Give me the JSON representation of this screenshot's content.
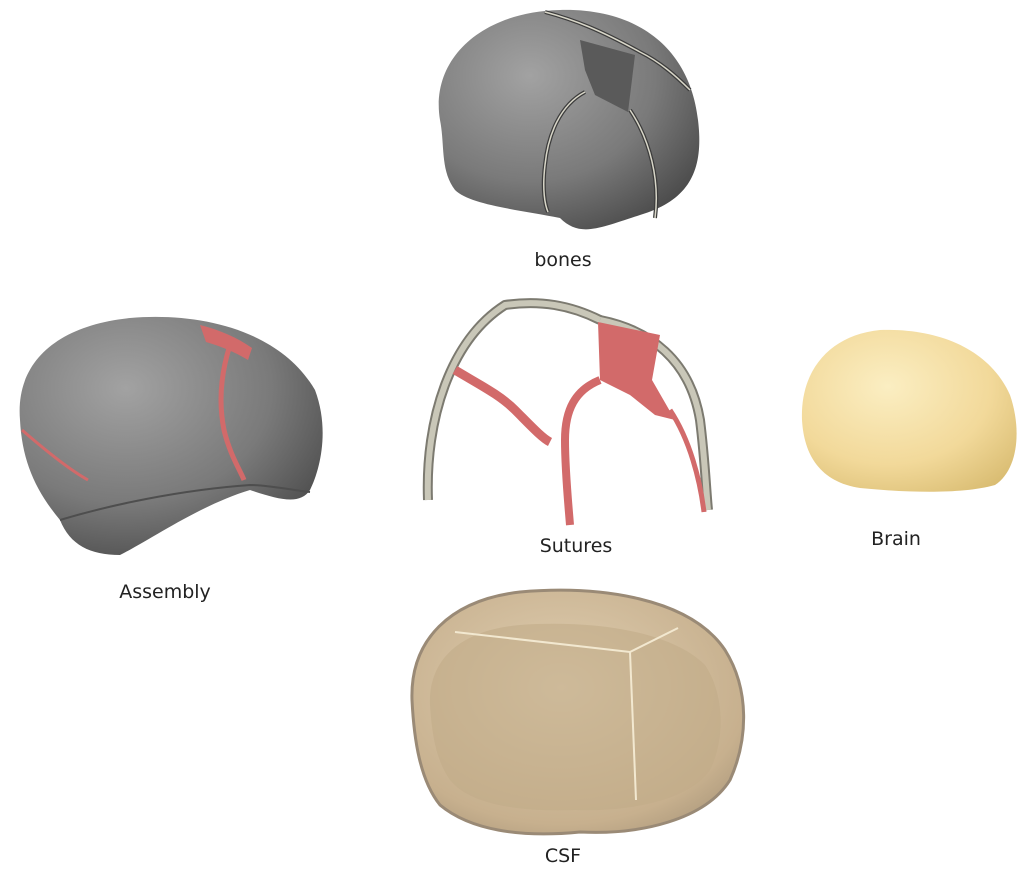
{
  "figure": {
    "panels": [
      {
        "id": "bones",
        "label": "bones"
      },
      {
        "id": "assembly",
        "label": "Assembly"
      },
      {
        "id": "sutures",
        "label": "Sutures"
      },
      {
        "id": "brain",
        "label": "Brain"
      },
      {
        "id": "csf",
        "label": "CSF"
      }
    ]
  },
  "colors": {
    "bone": "#6e6e6e",
    "bone_highlight": "#9a9a9a",
    "suture": "#d26a6a",
    "suture_edge": "#bdbdb0",
    "brain": "#f4dd9e",
    "csf": "#c8b293"
  }
}
